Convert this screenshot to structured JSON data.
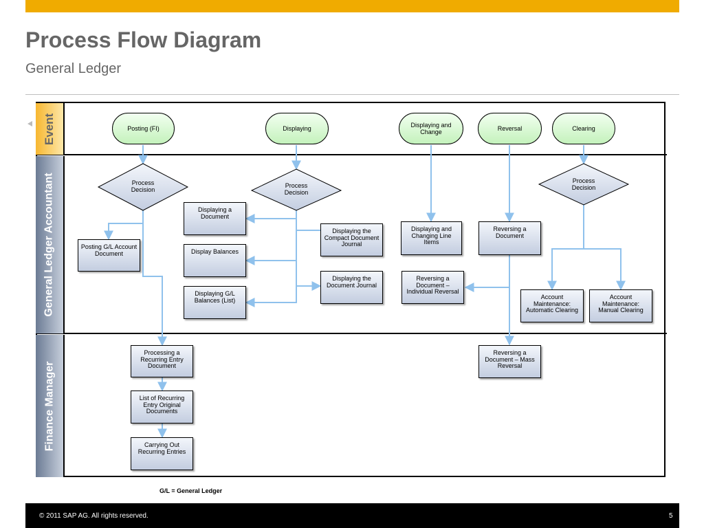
{
  "slide": {
    "title": "Process Flow Diagram",
    "subtitle": "General Ledger",
    "note": "G/L = General Ledger",
    "copyright": "©  2011 SAP AG. All rights reserved.",
    "page_number": "5"
  },
  "colors": {
    "top_bar": "#f0ab00",
    "event_fill": "#c4f2bc",
    "task_fill": "#c3cde0",
    "connector": "#8fc1ec",
    "lane_label": "#6b7b94"
  },
  "lanes": [
    {
      "label": "Event"
    },
    {
      "label": "General Ledger Accountant"
    },
    {
      "label": "Finance Manager"
    }
  ],
  "events": [
    {
      "label": "Posting (FI)"
    },
    {
      "label": "Displaying"
    },
    {
      "label": "Displaying and Change"
    },
    {
      "label": "Reversal"
    },
    {
      "label": "Clearing"
    }
  ],
  "decisions": [
    {
      "label": "Process Decision"
    },
    {
      "label": "Process Decision"
    },
    {
      "label": "Process Decision"
    }
  ],
  "tasks": {
    "posting_gl": "Posting G/L Account Document",
    "displaying_document": "Displaying a Document",
    "display_balances": "Display Balances",
    "displaying_gl_balances": "Displaying G/L Balances (List)",
    "compact_journal": "Displaying the Compact Document Journal",
    "document_journal": "Displaying the Document Journal",
    "changing_line_items": "Displaying and Changing Line Items",
    "reversing_document": "Reversing a Document",
    "individual_reversal": "Reversing a Document – Individual Reversal",
    "auto_clearing": "Account Maintenance: Automatic Clearing",
    "manual_clearing": "Account Maintenance: Manual Clearing",
    "recurring_entry": "Processing a Recurring Entry Document",
    "recurring_list": "List of Recurring Entry Original Documents",
    "carrying_out": "Carrying Out Recurring Entries",
    "mass_reversal": "Reversing a Document – Mass Reversal"
  }
}
